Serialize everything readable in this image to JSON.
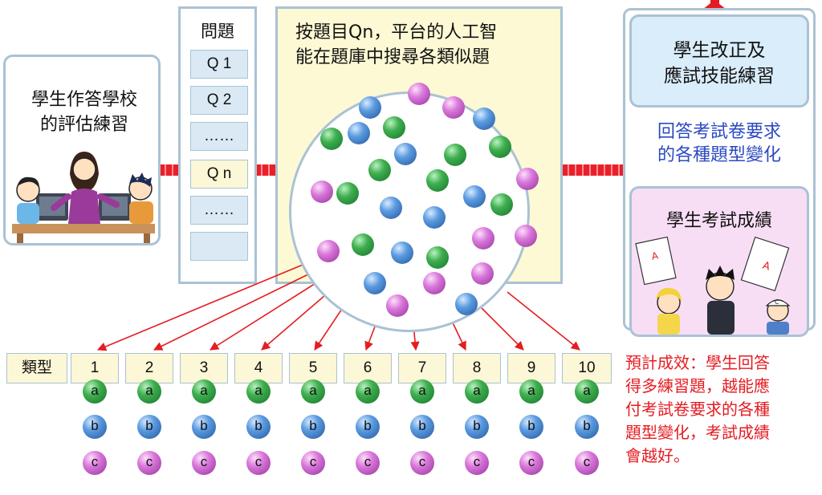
{
  "student_practice": {
    "title_line1": "學生作答學校",
    "title_line2": "的評估練習"
  },
  "question_list": {
    "title": "問題",
    "items": [
      "Q 1",
      "Q 2",
      "……",
      "Q n",
      "……",
      ""
    ],
    "selected_index": 3
  },
  "ai_search": {
    "line1": "按題目Qn，平台的人工智",
    "line2": "能在題庫中搜尋各類似題"
  },
  "categories": {
    "label": "類型",
    "numbers": [
      "1",
      "2",
      "3",
      "4",
      "5",
      "6",
      "7",
      "8",
      "9",
      "10"
    ],
    "variants": [
      "a",
      "b",
      "c"
    ]
  },
  "improvement": {
    "line1": "學生改正及",
    "line2": "應試技能練習"
  },
  "requirement": {
    "line1": "回答考試卷要求",
    "line2": "的各種題型變化"
  },
  "exam_score": {
    "title": "學生考試成績"
  },
  "outcome": {
    "lines": [
      "預計成效：學生回答",
      "得多練習題，越能應",
      "付考試卷要求的各種",
      "題型變化，考試成績",
      "會越好。"
    ]
  },
  "colors": {
    "arrow_red": "#e51c22",
    "frame_border": "#aac2d4",
    "panel_yellow": "#fdf9d4",
    "box_blue": "#d9edfa",
    "box_pink": "#f7def5",
    "text_blue": "#2b49c2",
    "ball_green": "#3fae4f",
    "ball_blue": "#5b9be0",
    "ball_purple": "#d978da"
  }
}
